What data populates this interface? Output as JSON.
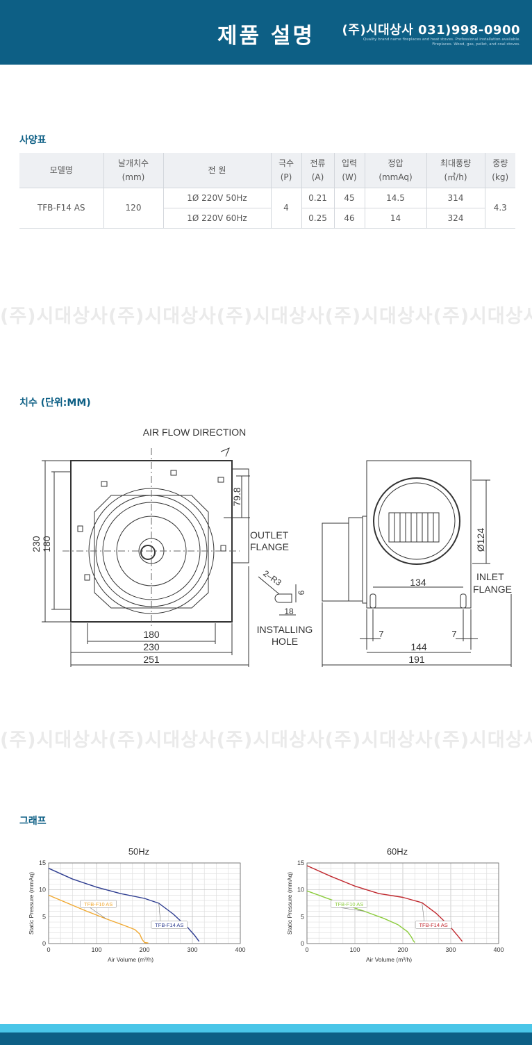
{
  "header": {
    "title": "제품 설명",
    "company": "(주)시대상사 031)998-0900",
    "tagline_1": "Quality brand name fireplaces and heat stoves. Professional installation available.",
    "tagline_2": "Fireplaces. Wood, gas, pellet, and coal stoves."
  },
  "spec_section": {
    "title": "사양표",
    "headers": [
      {
        "l1": "모델명",
        "l2": ""
      },
      {
        "l1": "날개치수",
        "l2": "(mm)"
      },
      {
        "l1": "전 원",
        "l2": ""
      },
      {
        "l1": "극수",
        "l2": "(P)"
      },
      {
        "l1": "전류",
        "l2": "(A)"
      },
      {
        "l1": "입력",
        "l2": "(W)"
      },
      {
        "l1": "정압",
        "l2": "(mmAq)"
      },
      {
        "l1": "최대풍량",
        "l2": "(㎥/h)"
      },
      {
        "l1": "중량",
        "l2": "(kg)"
      }
    ],
    "model": "TFB-F14 AS",
    "blade": "120",
    "poles": "4",
    "weight": "4.3",
    "rows": [
      {
        "power": "1Ø 220V 50Hz",
        "current": "0.21",
        "input": "45",
        "pressure": "14.5",
        "airflow": "314"
      },
      {
        "power": "1Ø 220V 60Hz",
        "current": "0.25",
        "input": "46",
        "pressure": "14",
        "airflow": "324"
      }
    ]
  },
  "watermark": "(주)시대상사(주)시대상사(주)시대상사(주)시대상사(주)시대상사(주)시대상사",
  "dimension_section": {
    "title": "치수 (단위:MM)",
    "air_flow_direction": "AIR FLOW DIRECTION",
    "outlet_flange": [
      "OUTLET",
      "FLANGE"
    ],
    "inlet_flange": [
      "INLET",
      "FLANGE"
    ],
    "installing_hole": [
      "INSTALLING",
      "HOLE"
    ],
    "r3": "2–R3",
    "dims": {
      "d230v": "230",
      "d180v": "180",
      "d79": "79.8",
      "d180h": "180",
      "d230h": "230",
      "d251": "251",
      "d6": "6",
      "d18": "18",
      "d124": "Ø124",
      "d134": "134",
      "d7a": "7",
      "d7b": "7",
      "d144": "144",
      "d191": "191"
    }
  },
  "graph_section": {
    "title": "그래프"
  },
  "chart_data": [
    {
      "type": "line",
      "title": "50Hz",
      "xlabel": "Air Volume (m³/h)",
      "ylabel": "Static Pressure (mmAq)",
      "xlim": [
        0,
        400
      ],
      "ylim": [
        0,
        15
      ],
      "xticks": [
        "0",
        "100",
        "200",
        "300",
        "400"
      ],
      "yticks": [
        "0",
        "5",
        "10",
        "15"
      ],
      "grid": true,
      "series": [
        {
          "name": "TFB-F14 AS",
          "color": "#2b3a8f",
          "x": [
            0,
            50,
            100,
            150,
            200,
            230,
            260,
            290,
            305,
            314
          ],
          "y": [
            14,
            12,
            10.5,
            9.3,
            8.4,
            7.5,
            5.5,
            3,
            1.5,
            0.4
          ]
        },
        {
          "name": "TFB-F10 AS",
          "color": "#f0a830",
          "x": [
            0,
            40,
            80,
            120,
            160,
            180,
            190,
            195,
            200,
            208
          ],
          "y": [
            9,
            7.5,
            6,
            4.6,
            3.3,
            2.6,
            1.8,
            0.8,
            0.2,
            0.1
          ]
        }
      ]
    },
    {
      "type": "line",
      "title": "60Hz",
      "xlabel": "Air Volume (m³/h)",
      "ylabel": "Static Pressure (mmAq)",
      "xlim": [
        0,
        400
      ],
      "ylim": [
        0,
        15
      ],
      "xticks": [
        "0",
        "100",
        "200",
        "300",
        "400"
      ],
      "yticks": [
        "0",
        "5",
        "10",
        "15"
      ],
      "grid": true,
      "series": [
        {
          "name": "TFB-F14 AS",
          "color": "#c0272d",
          "x": [
            0,
            50,
            100,
            150,
            200,
            240,
            270,
            300,
            315,
            324
          ],
          "y": [
            14.5,
            12.5,
            10.7,
            9.3,
            8.6,
            7.6,
            5.6,
            3,
            1.4,
            0.4
          ]
        },
        {
          "name": "TFB-F10 AS",
          "color": "#8ccc3d",
          "x": [
            0,
            40,
            80,
            120,
            160,
            190,
            210,
            218,
            222,
            225
          ],
          "y": [
            9.8,
            8.5,
            7.2,
            6,
            4.7,
            3.5,
            2.2,
            1.2,
            0.5,
            0.2
          ]
        }
      ]
    }
  ]
}
